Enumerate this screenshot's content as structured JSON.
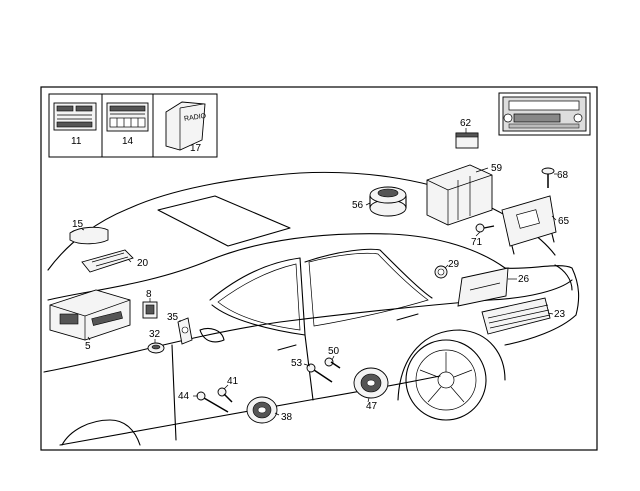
{
  "callouts": {
    "p11": "11",
    "p14": "14",
    "p17": "17",
    "p62": "62",
    "p59": "59",
    "p68": "68",
    "p65": "65",
    "p56": "56",
    "p71": "71",
    "p15": "15",
    "p20": "20",
    "p29": "29",
    "p26": "26",
    "p8": "8",
    "p35": "35",
    "p23": "23",
    "p5": "5",
    "p32": "32",
    "p50": "50",
    "p53": "53",
    "p41": "41",
    "p44": "44",
    "p38": "38",
    "p47": "47"
  },
  "manual_card_text": "RADIO"
}
